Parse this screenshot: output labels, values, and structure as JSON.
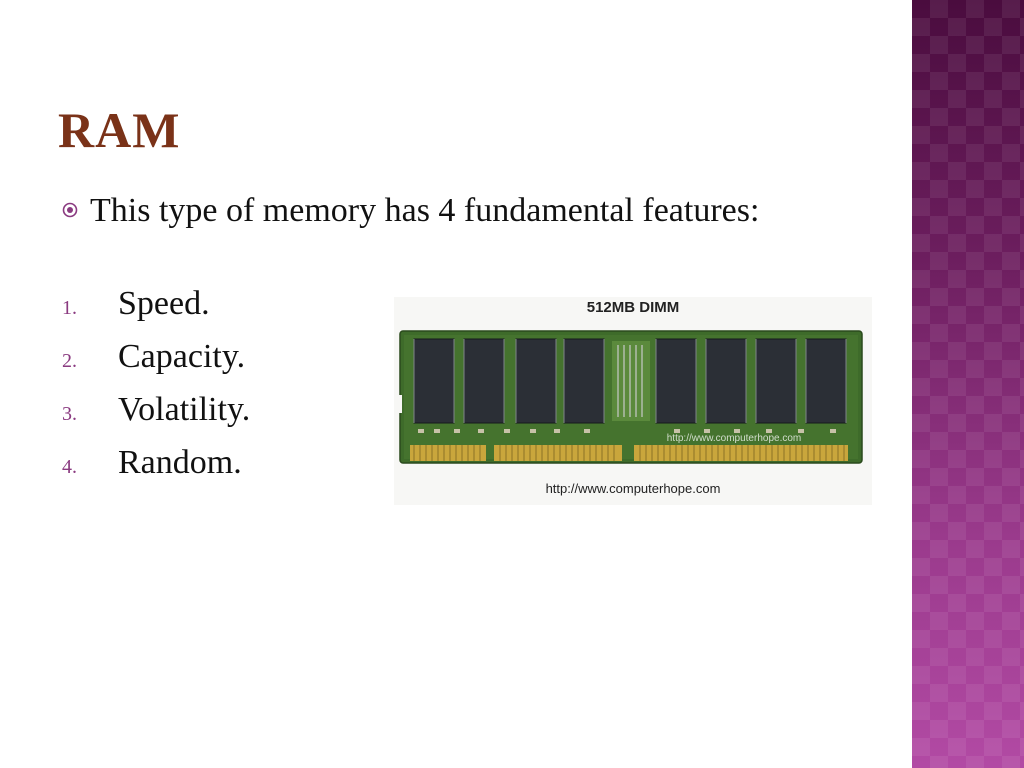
{
  "slide": {
    "title": "RAM",
    "bullet": "This type of memory has 4 fundamental features:",
    "features": [
      {
        "marker": "1.",
        "text": "Speed."
      },
      {
        "marker": "2.",
        "text": "Capacity."
      },
      {
        "marker": "3.",
        "text": "Volatility."
      },
      {
        "marker": "4.",
        "text": "Random."
      }
    ]
  },
  "image": {
    "caption_top": "512MB DIMM",
    "caption_bottom": "http://www.computerhope.com",
    "watermark": "http://www.computerhope.com"
  },
  "colors": {
    "title": "#7a3218",
    "accent": "#8a3a80",
    "side_band": "#8a2e7c",
    "pcb": "#3e6b2a",
    "chip": "#2b2f36",
    "gold": "#c9a63c"
  }
}
